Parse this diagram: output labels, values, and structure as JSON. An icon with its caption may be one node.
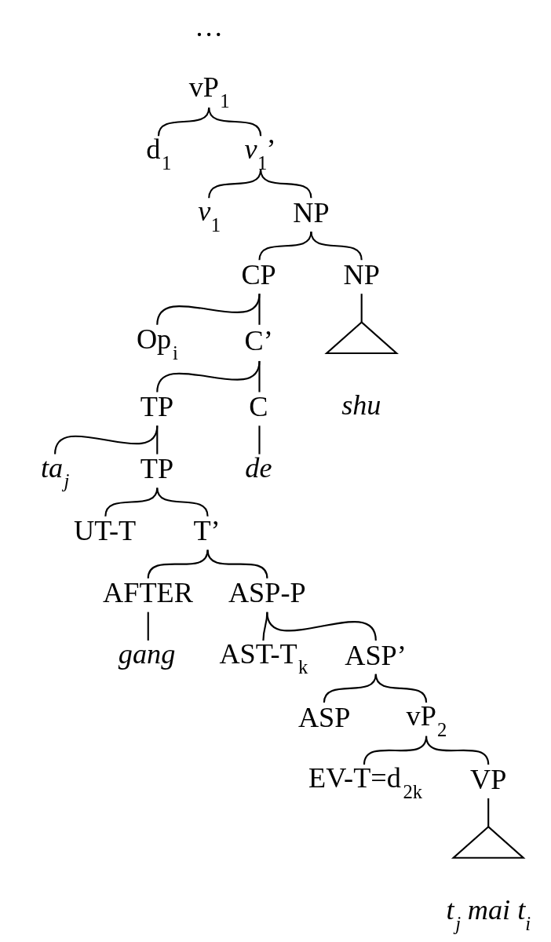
{
  "diagram": {
    "nodes": [
      {
        "text": [
          "vP$_{1}$"
        ]
      },
      {
        "text": [
          "d$_{1}$"
        ]
      },
      {
        "text": [
          "*v*$_{1}$’"
        ]
      },
      {
        "text": [
          "*v*$_{1}$"
        ]
      },
      {
        "text": [
          "NP"
        ]
      },
      {
        "text": [
          "CP"
        ]
      },
      {
        "text": [
          "NP"
        ]
      },
      {
        "text": [
          "Op$_{i}$"
        ]
      },
      {
        "text": [
          "C’"
        ]
      },
      {
        "text": [],
        "shape": "triangle",
        "beside": [
          "shu"
        ]
      },
      {
        "text": [
          "TP"
        ]
      },
      {
        "text": [
          "C"
        ]
      },
      {
        "text": [
          "ta$_{j}$"
        ]
      },
      {
        "text": [
          "TP"
        ]
      },
      {
        "text": [
          "de"
        ]
      },
      {
        "text": [
          "UT-T"
        ]
      },
      {
        "text": [
          "T’"
        ]
      },
      {
        "text": [
          "AFTER"
        ]
      },
      {
        "text": [
          "ASP-P"
        ]
      },
      {
        "text": [
          "gang"
        ]
      },
      {
        "text": [
          "AST-T$_{k}$"
        ]
      },
      {
        "text": [
          "ASP’"
        ]
      },
      {
        "text": [
          "ASP"
        ]
      },
      {
        "text": [
          "vP$_{2}$"
        ]
      },
      {
        "text": [
          "EV-T=d$_{2k}$"
        ]
      },
      {
        "text": [
          "VP"
        ]
      },
      {
        "text": [],
        "shape": "triangle",
        "beside": [
          "t$_{j}$ mai t$_{i}$"
        ]
      }
    ],
    "edges": [
      {
        "from": 0,
        "to": 1,
        "arrow": "none"
      },
      {
        "from": 0,
        "to": 2,
        "arrow": "none"
      },
      {
        "from": 2,
        "to": 3,
        "arrow": "none"
      },
      {
        "from": 2,
        "to": 4,
        "arrow": "none"
      },
      {
        "from": 4,
        "to": 5,
        "arrow": "none"
      },
      {
        "from": 4,
        "to": 6,
        "arrow": "none"
      },
      {
        "from": 5,
        "to": 7,
        "arrow": "none"
      },
      {
        "from": 5,
        "to": 8,
        "arrow": "none"
      },
      {
        "from": 6,
        "to": 9,
        "arrow": "none"
      },
      {
        "from": 8,
        "to": 10,
        "arrow": "none"
      },
      {
        "from": 8,
        "to": 11,
        "arrow": "none"
      },
      {
        "from": 10,
        "to": 12,
        "arrow": "none"
      },
      {
        "from": 10,
        "to": 13,
        "arrow": "none"
      },
      {
        "from": 11,
        "to": 14,
        "arrow": "none"
      },
      {
        "from": 13,
        "to": 15,
        "arrow": "none"
      },
      {
        "from": 13,
        "to": 16,
        "arrow": "none"
      },
      {
        "from": 16,
        "to": 17,
        "arrow": "none"
      },
      {
        "from": 16,
        "to": 18,
        "arrow": "none"
      },
      {
        "from": 17,
        "to": 19,
        "arrow": "none"
      },
      {
        "from": 18,
        "to": 20,
        "arrow": "none"
      },
      {
        "from": 18,
        "to": 21,
        "arrow": "none"
      },
      {
        "from": 21,
        "to": 22,
        "arrow": "none"
      },
      {
        "from": 21,
        "to": 23,
        "arrow": "none"
      },
      {
        "from": 23,
        "to": 24,
        "arrow": "none"
      },
      {
        "from": 23,
        "to": 25,
        "arrow": "none"
      },
      {
        "from": 25,
        "to": 26,
        "arrow": "none"
      }
    ],
    "labels": [
      "…"
    ]
  }
}
